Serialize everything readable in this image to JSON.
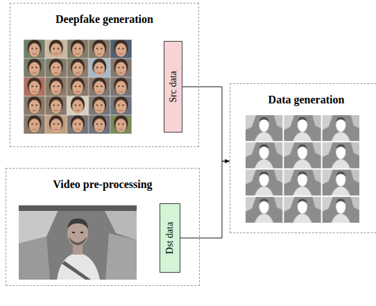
{
  "diagram": {
    "nodes": [
      {
        "text": [
          "Deepfake generation"
        ]
      },
      {
        "text": [
          "Src data"
        ],
        "in": 0
      },
      {
        "text": [
          "Video pre-processing"
        ]
      },
      {
        "text": [
          "Dst data"
        ],
        "in": 2
      },
      {
        "text": [
          "Data generation"
        ]
      }
    ],
    "edges": [
      {
        "from": 1,
        "to": 4,
        "arrow": "to"
      },
      {
        "from": 3,
        "to": 4,
        "arrow": "to"
      }
    ]
  }
}
